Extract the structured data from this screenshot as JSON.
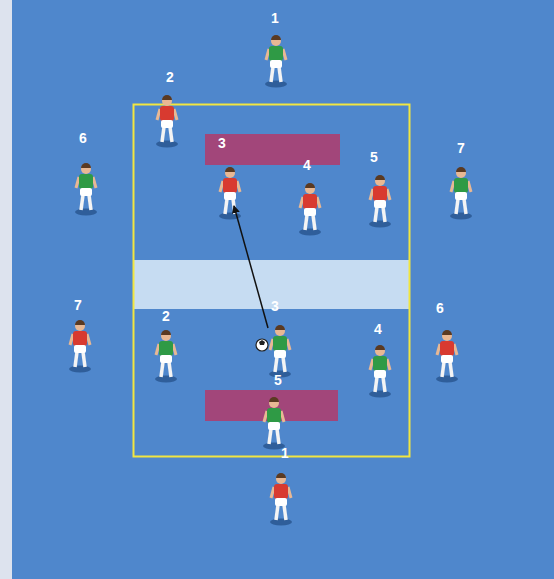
{
  "diagram": {
    "labels": [
      "1",
      "2",
      "6",
      "3",
      "7",
      "5",
      "4",
      "7",
      "3",
      "6",
      "2",
      "4",
      "5",
      "1"
    ]
  }
}
